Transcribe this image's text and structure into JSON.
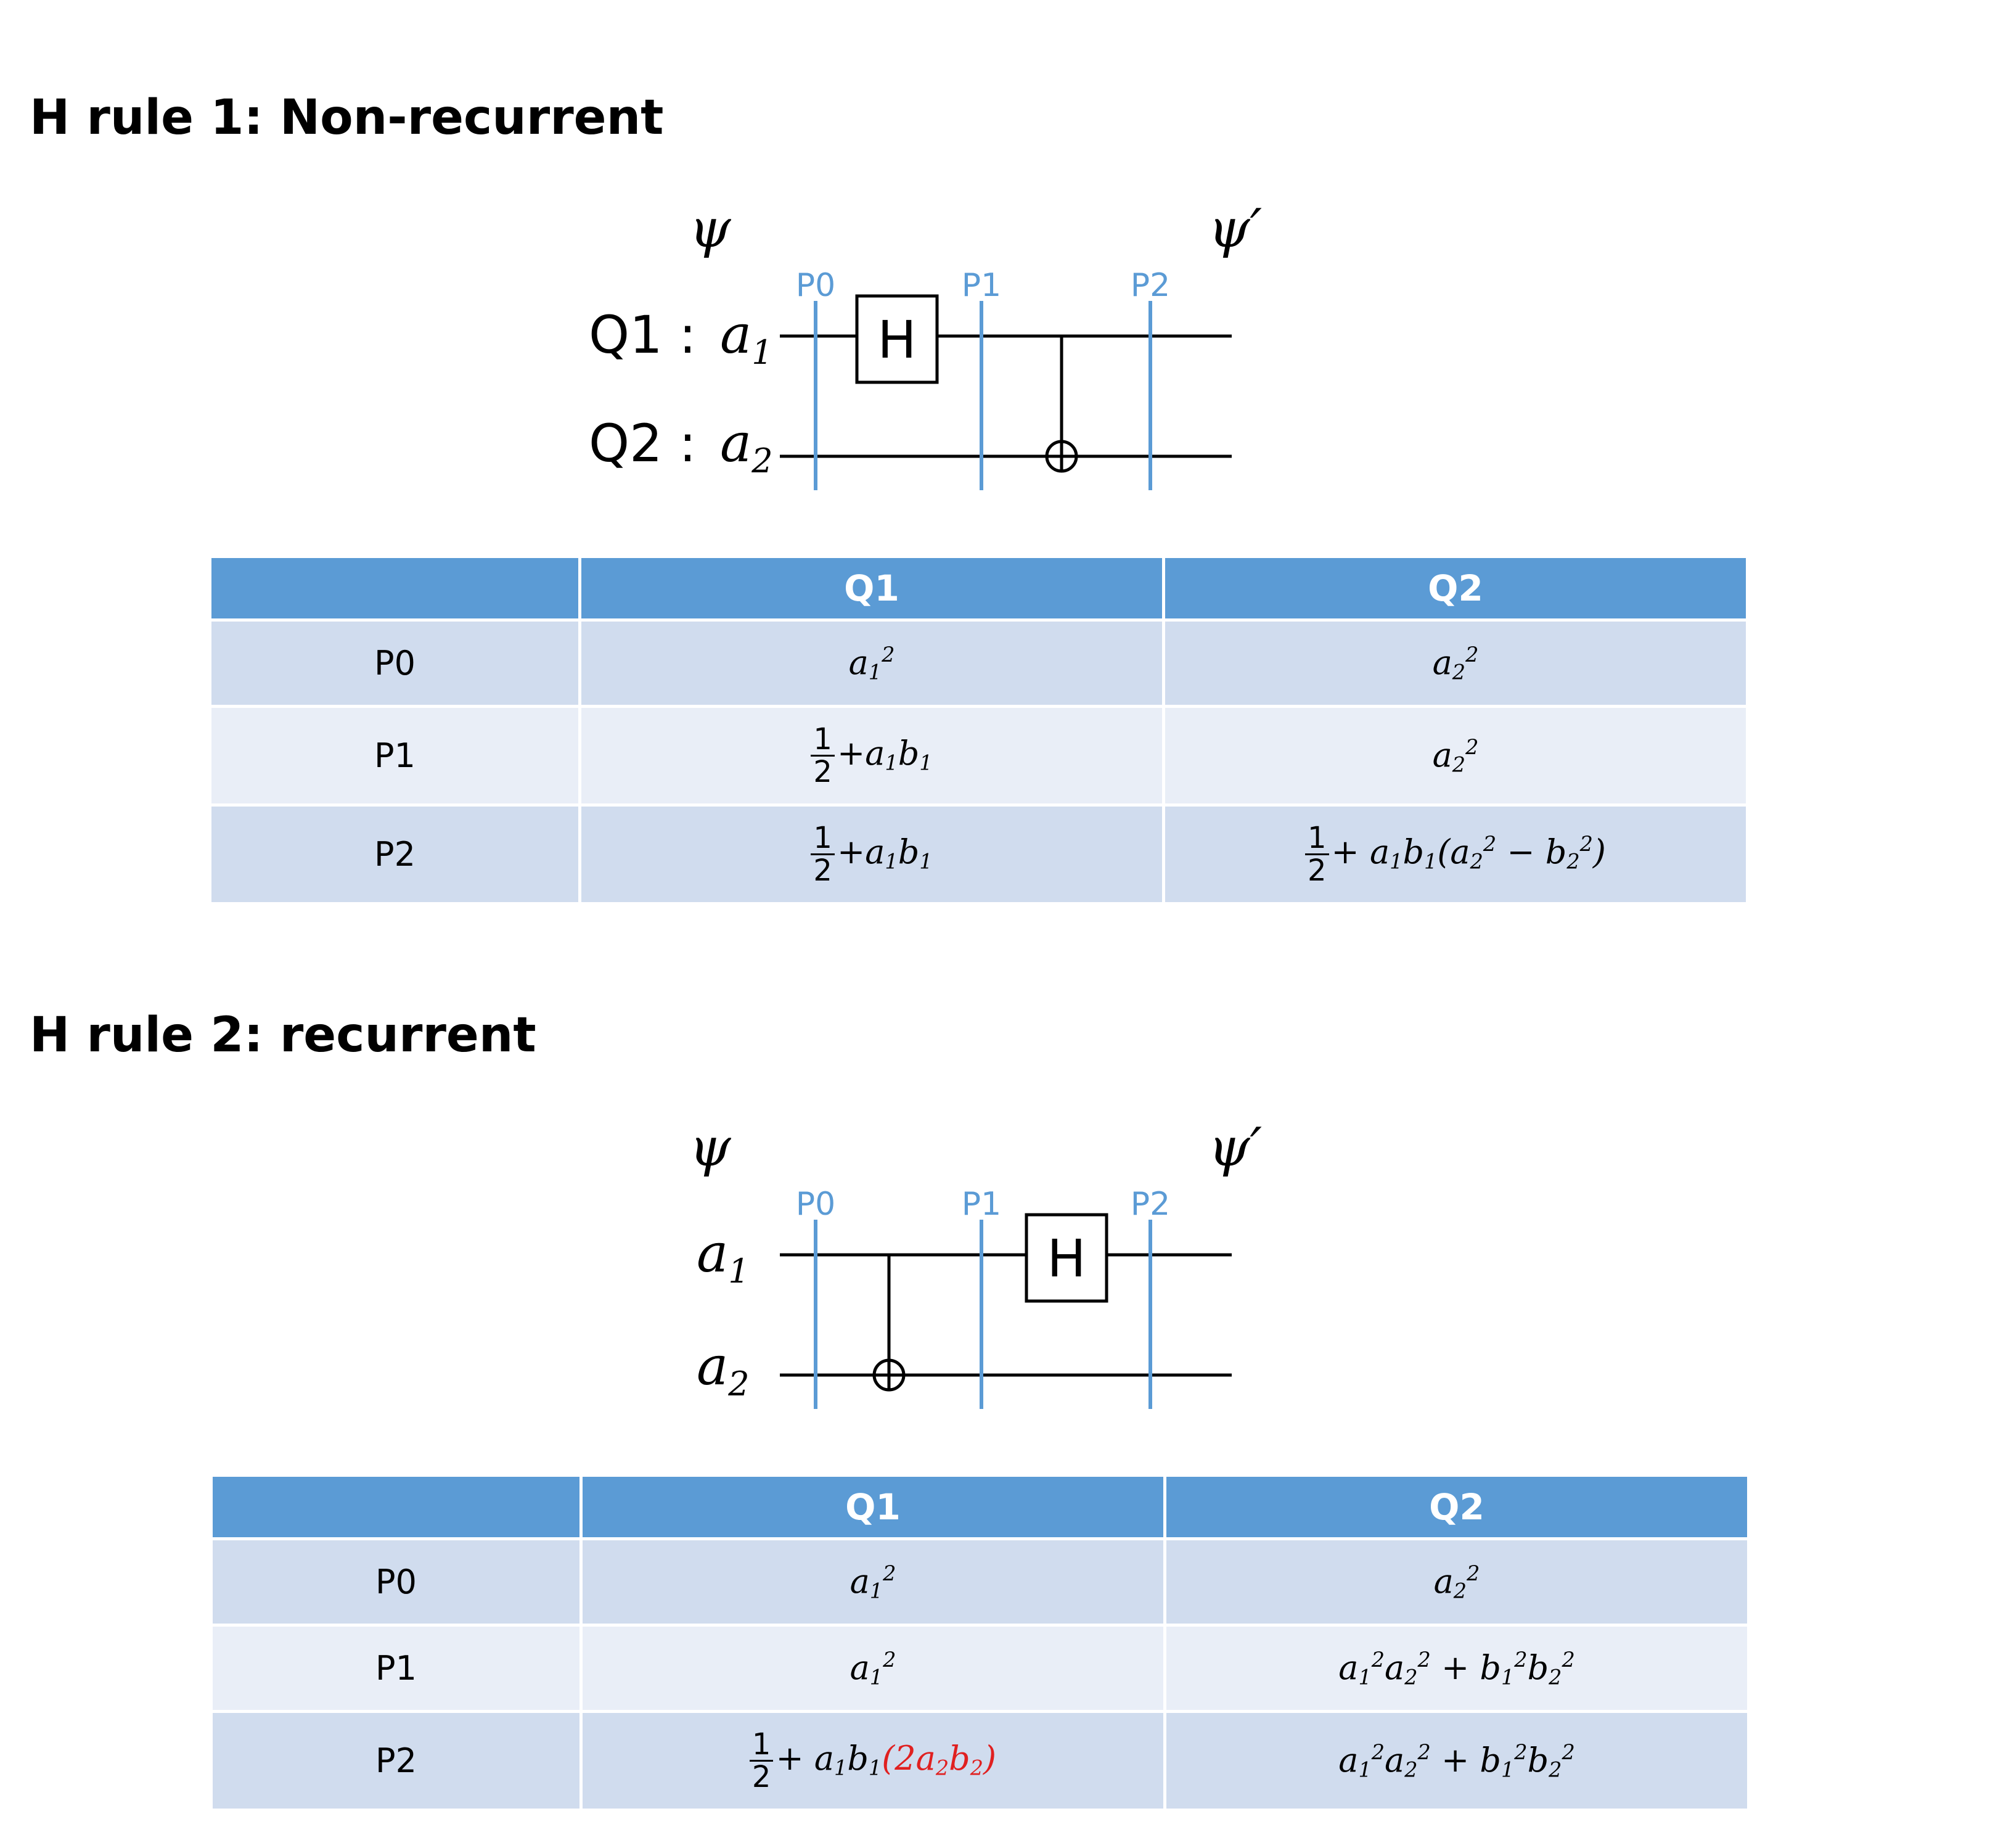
{
  "sections": [
    {
      "title": "H rule 1: Non-recurrent",
      "psi_in": "ψ",
      "psi_out": "ψ′",
      "qubit1_label": "Q1 :",
      "qubit2_label": "Q2 :",
      "gate_label": "H",
      "probes": [
        "P0",
        "P1",
        "P2"
      ],
      "table": {
        "headers": [
          "",
          "Q1",
          "Q2"
        ],
        "rows": [
          {
            "label": "P0"
          },
          {
            "label": "P1"
          },
          {
            "label": "P2"
          }
        ]
      }
    },
    {
      "title": "H rule 2: recurrent",
      "psi_in": "ψ",
      "psi_out": "ψ′",
      "gate_label": "H",
      "probes": [
        "P0",
        "P1",
        "P2"
      ],
      "table": {
        "headers": [
          "",
          "Q1",
          "Q2"
        ],
        "rows": [
          {
            "label": "P0"
          },
          {
            "label": "P1"
          },
          {
            "label": "P2"
          }
        ]
      }
    }
  ],
  "colors": {
    "header_bg": "#5b9bd5",
    "row_dark": "#d0dcee",
    "row_light": "#e9eef7",
    "probe_line": "#5b9bd5",
    "highlight": "#e02020"
  }
}
